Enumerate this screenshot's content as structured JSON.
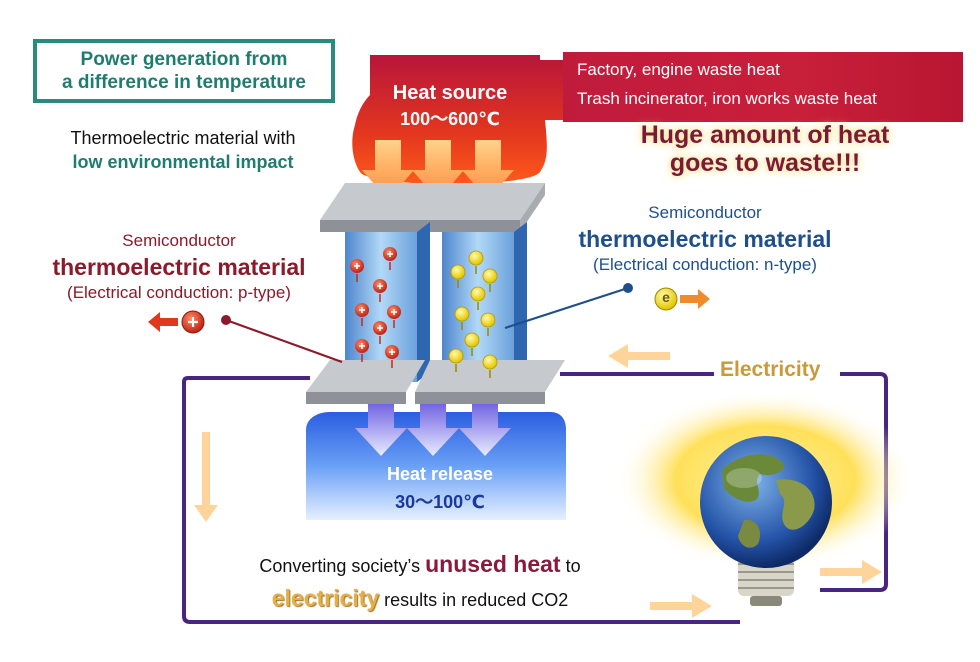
{
  "title": {
    "line1": "Power generation from",
    "line2": "a difference in temperature"
  },
  "low_env": {
    "prefix": "Thermoelectric material with",
    "highlight": "low environmental impact"
  },
  "heat_source": {
    "label": "Heat source",
    "range": "100～600℃"
  },
  "waste_sources": {
    "line1": "Factory, engine waste heat",
    "line2": "Trash incinerator, iron works waste heat"
  },
  "waste_note": {
    "line1": "Huge amount of heat",
    "line2": "goes to waste!!!"
  },
  "p_type": {
    "small": "Semiconductor",
    "big": "thermoelectric material",
    "note": "(Electrical conduction: p-type)",
    "carrier": "+"
  },
  "n_type": {
    "small": "Semiconductor",
    "big": "thermoelectric material",
    "note": "(Electrical conduction: n-type)",
    "carrier": "e"
  },
  "heat_release": {
    "label": "Heat release",
    "range": "30～100℃"
  },
  "electricity": "Electricity",
  "bottom_text": {
    "part1": "Converting society’s",
    "highlight1": "unused heat",
    "part2": "to",
    "highlight2": "electricity",
    "part3": "results in reduced CO2"
  },
  "colors": {
    "teal": "#1f7d70",
    "red_banner": "#c11b3c",
    "purple_wire": "#4a2580",
    "p_red": "#d9381e",
    "n_yellow": "#f0e040",
    "n_blue": "#1f4f8b"
  }
}
